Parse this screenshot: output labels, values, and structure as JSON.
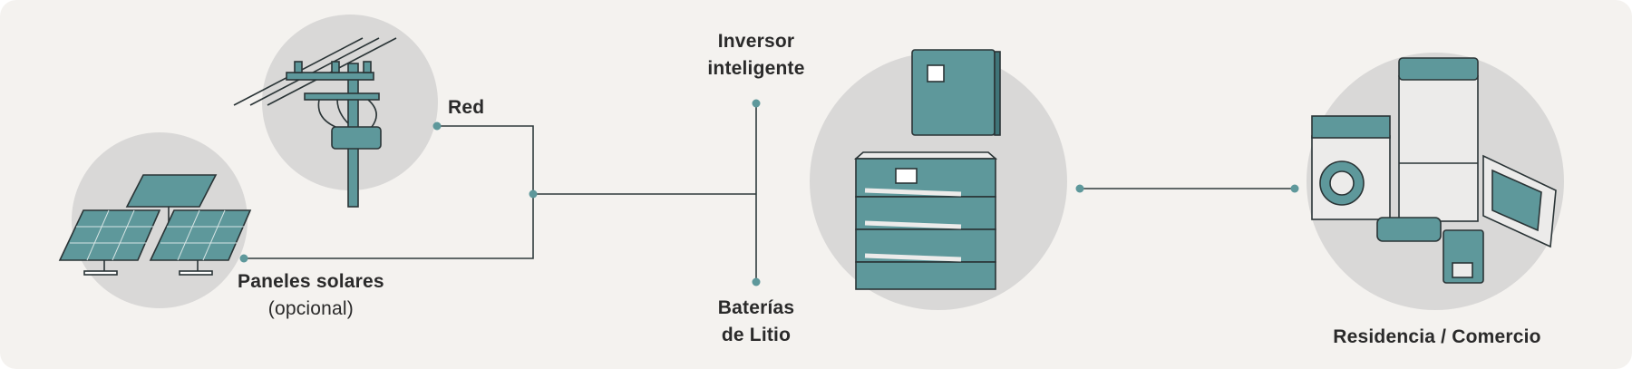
{
  "labels": {
    "red": "Red",
    "paneles": "Paneles solares",
    "paneles_sub": "(opcional)",
    "inversor_1": "Inversor",
    "inversor_2": "inteligente",
    "baterias_1": "Baterías",
    "baterias_2": "de Litio",
    "residencia": "Residencia / Comercio"
  },
  "colors": {
    "background": "#f4f2ef",
    "circle": "#d9d8d7",
    "teal": "#5e989b",
    "teal_dark": "#3f7478",
    "line": "#2f3b3c",
    "outline": "#2a3436"
  },
  "icons": [
    "utility-pole-icon",
    "solar-panels-icon",
    "inverter-icon",
    "battery-stack-icon",
    "appliances-icon"
  ]
}
